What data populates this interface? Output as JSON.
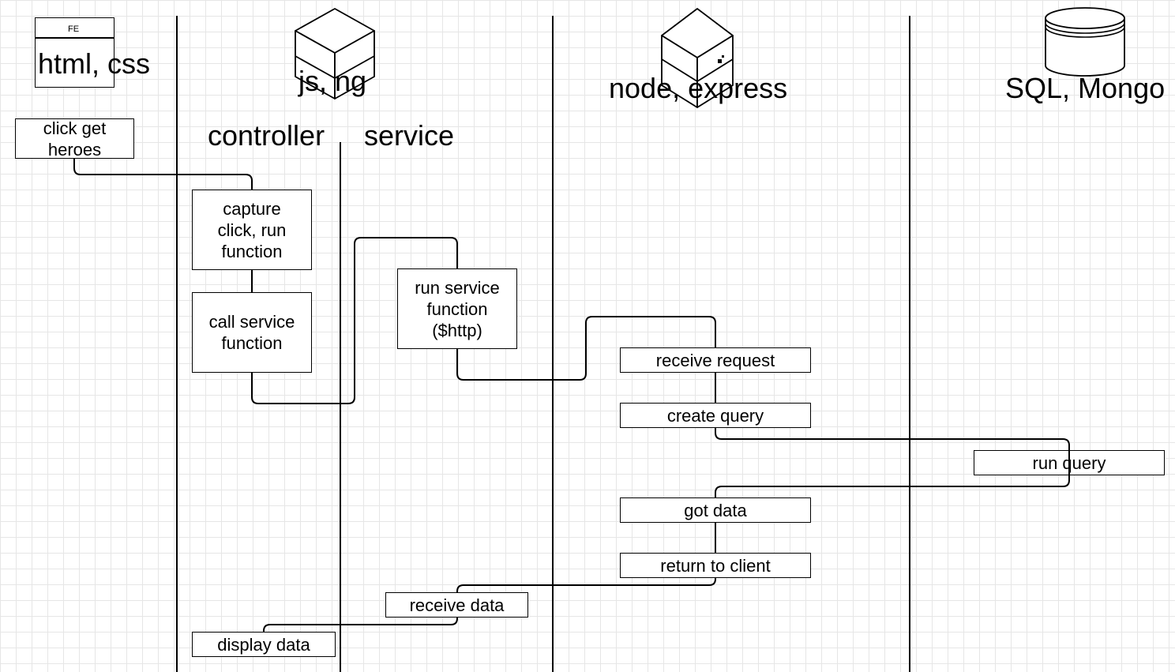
{
  "swimlanes": {
    "frontend": {
      "badge": "FE",
      "label": "html, css",
      "icon": "browser-window-icon"
    },
    "angular": {
      "label": "js, ng",
      "icon": "cube-icon"
    },
    "controller": {
      "label": "controller"
    },
    "service": {
      "label": "service"
    },
    "backend": {
      "label": "node, express",
      "icon": "server-cube-icon"
    },
    "database": {
      "label": "SQL, Mongo",
      "icon": "database-cylinder-icon"
    }
  },
  "steps": {
    "click_get_heroes": "click get\nheroes",
    "capture_click": "capture\nclick, run\nfunction",
    "call_service": "call service\nfunction",
    "run_service": "run service\nfunction\n($http)",
    "receive_request": "receive request",
    "create_query": "create query",
    "run_query": "run query",
    "got_data": "got data",
    "return_to_client": "return to client",
    "receive_data": "receive data",
    "display_data": "display data"
  },
  "colors": {
    "line": "#000000",
    "grid": "#e6e6e6",
    "background": "#ffffff"
  }
}
